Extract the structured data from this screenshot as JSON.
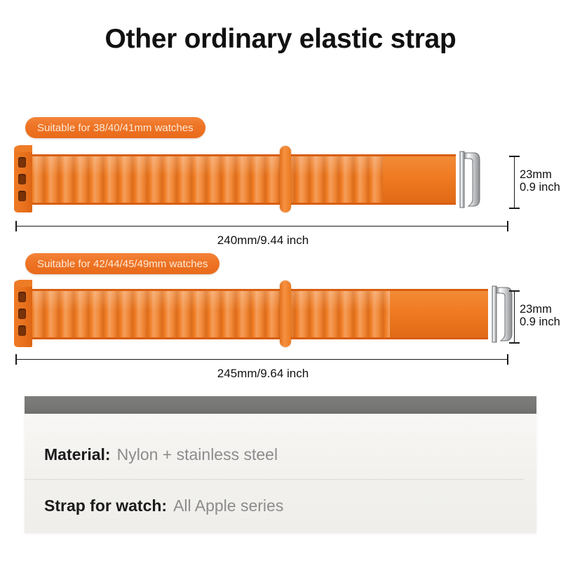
{
  "page": {
    "title": "Other ordinary elastic strap",
    "background_color": "#ffffff",
    "accent_color": "#F07C22",
    "metal_color": "#C9CACC"
  },
  "straps": [
    {
      "badge": "Suitable for 38/40/41mm watches",
      "length_label": "240mm/9.44 inch",
      "width_label_line1": "23mm",
      "width_label_line2": "0.9 inch",
      "lug_slot_count": 3
    },
    {
      "badge": "Suitable for 42/44/45/49mm watches",
      "length_label": "245mm/9.64 inch",
      "width_label_line1": "23mm",
      "width_label_line2": "0.9 inch",
      "lug_slot_count": 3
    }
  ],
  "info_panel": {
    "rows": [
      {
        "label": "Material:",
        "value": "Nylon + stainless steel"
      },
      {
        "label": "Strap for watch:",
        "value": "All Apple series"
      }
    ]
  }
}
